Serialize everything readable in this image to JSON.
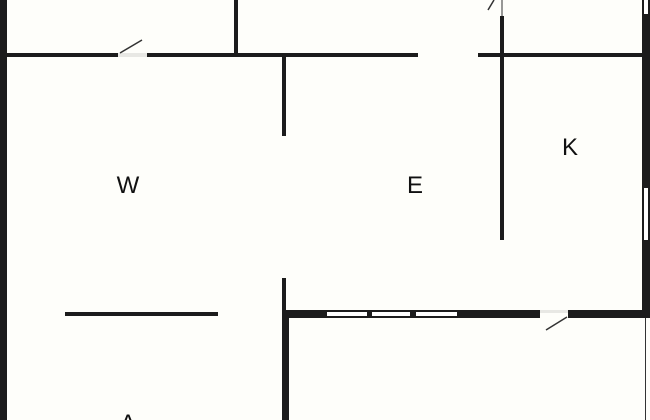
{
  "floor_plan": {
    "rooms": [
      {
        "id": "w",
        "label": "W"
      },
      {
        "id": "e",
        "label": "E"
      },
      {
        "id": "k",
        "label": "K"
      },
      {
        "id": "a",
        "label": "A"
      }
    ]
  }
}
